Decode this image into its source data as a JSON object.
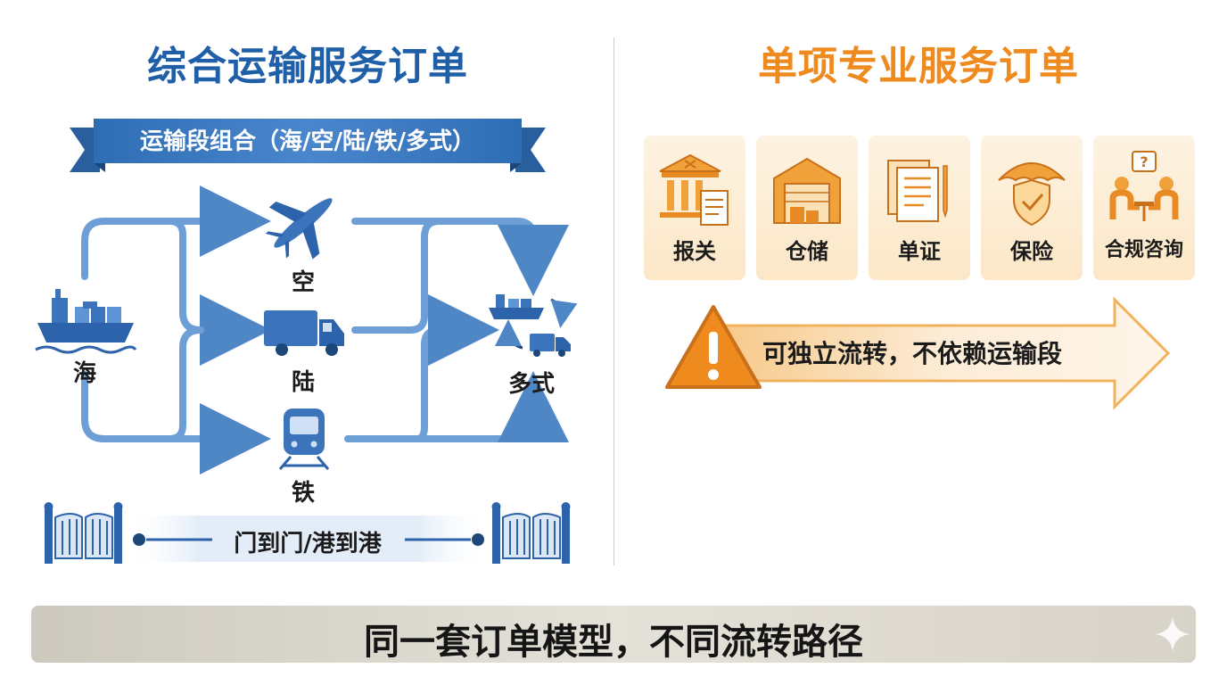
{
  "left": {
    "title": "综合运输服务订单",
    "banner": "运输段组合（海/空/陆/铁/多式）",
    "nodes": {
      "sea": "海",
      "air": "空",
      "land": "陆",
      "rail": "铁",
      "multimodal": "多式"
    },
    "gate_label": "门到门/港到港",
    "colors": {
      "accent": "#1f5fa8",
      "flow": "#6d9fd6"
    }
  },
  "right": {
    "title": "单项专业服务订单",
    "services": [
      {
        "label": "报关",
        "icon": "customs-building-icon"
      },
      {
        "label": "仓储",
        "icon": "warehouse-icon"
      },
      {
        "label": "单证",
        "icon": "documents-icon"
      },
      {
        "label": "保险",
        "icon": "insurance-umbrella-shield-icon"
      },
      {
        "label": "合规咨询",
        "icon": "consulting-icon"
      }
    ],
    "notice": "可独立流转，不依赖运输段",
    "colors": {
      "accent": "#ee8a1e",
      "card": "#fce7c7"
    }
  },
  "footer": {
    "text": "同一套订单模型，不同流转路径"
  }
}
